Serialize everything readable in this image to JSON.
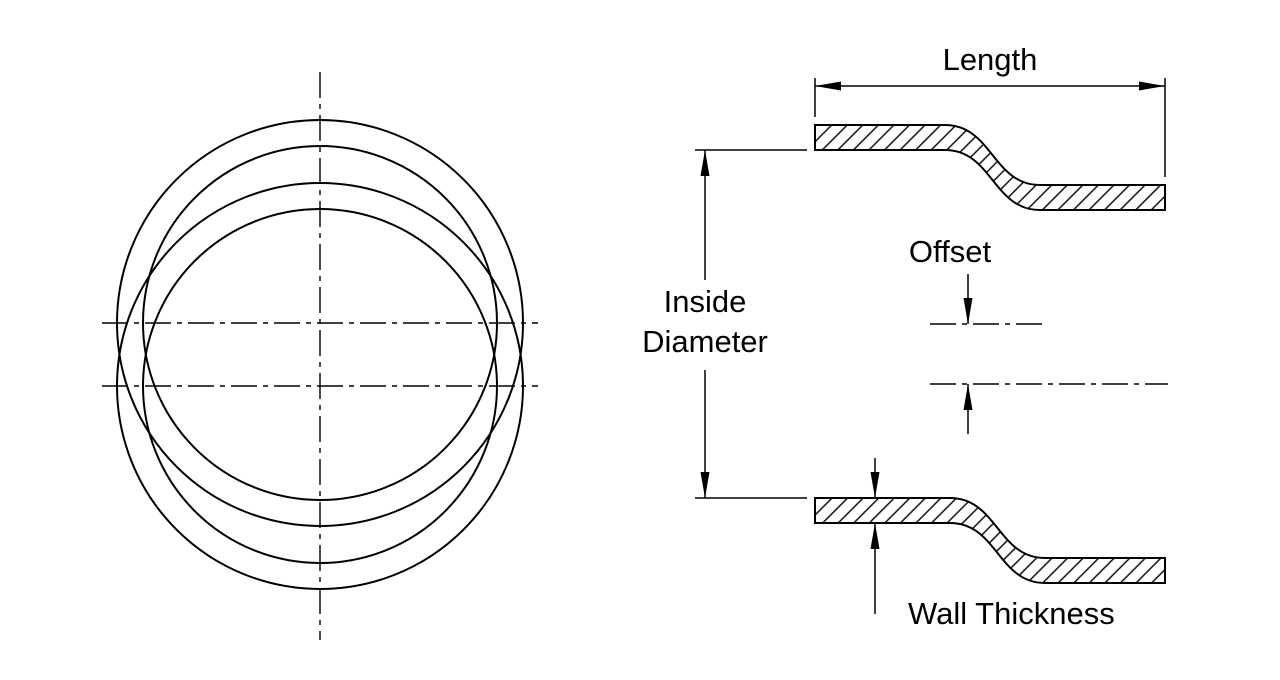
{
  "diagram": {
    "labels": {
      "length": "Length",
      "inside_diameter": [
        "Inside",
        "Diameter"
      ],
      "offset": "Offset",
      "wall_thickness": "Wall Thickness"
    },
    "colors": {
      "line": "#000000",
      "background": "#ffffff"
    }
  }
}
